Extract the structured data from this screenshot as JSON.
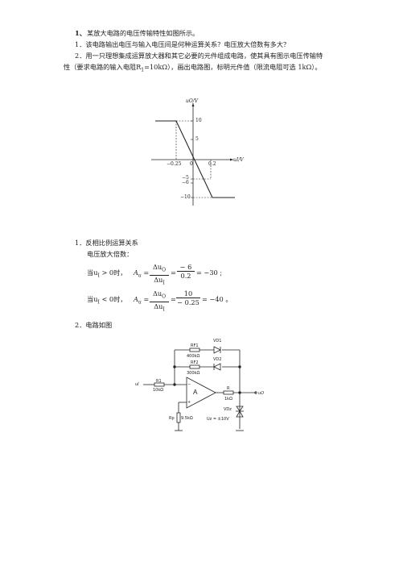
{
  "problem": {
    "number": "1、",
    "statement": "某放大电路的电压传输特性如图所示。",
    "q1": "1．该电路输出电压与输入电压间是何种运算关系？电压放大倍数有多大？",
    "q2_line1": "2．用一只理想集成运算放大器和其它必要的元件组成电路，使其具有图示电压传输特",
    "q2_line2": "性（要求电路的输入电阻R",
    "q2_sub": "1",
    "q2_tail": "=10kΩ），画出电路图，标明元件值（限流电阻可选 1kΩ）。"
  },
  "graph": {
    "y_axis_label": "uO/V",
    "x_axis_label": "uI/V",
    "y_ticks": [
      "10",
      "5",
      "−5",
      "−6",
      "−10"
    ],
    "x_ticks": [
      "−0.25",
      "0",
      "0.2"
    ]
  },
  "answer": {
    "a1_title": "1．反相比例运算关系",
    "a1_sub": "电压放大倍数：",
    "case1_cond": "当u",
    "case1_cond_sub": "I",
    "case1_cond_tail": " > 0时，",
    "case1_A": "A",
    "case1_A_sub": "u",
    "case1_num": "Δu",
    "case1_num_sub": "O",
    "case1_den": "Δu",
    "case1_den_sub": "I",
    "case1_eq": "=",
    "case1_num2": "− 6",
    "case1_den2": "0.2",
    "case1_result": "= −30 ;",
    "case2_cond": "当u",
    "case2_cond_sub": "I",
    "case2_cond_tail": " < 0时，",
    "case2_num2": "10",
    "case2_den2": "− 0.25",
    "case2_result": "= −40 。",
    "a2_title": "2．电路如图"
  },
  "circuit": {
    "rf1_label": "RF1",
    "rf1_value": "400kΩ",
    "rf2_label": "RF2",
    "rf2_value": "300kΩ",
    "vd1": "VD1",
    "vd2": "VD2",
    "r1_label": "R1",
    "r1_value": "10kΩ",
    "ui_label": "uI",
    "opamp": "A",
    "minus": "−",
    "plus": "+",
    "r_label": "R",
    "r_value": "1kΩ",
    "uo_label": "uO",
    "rp_label": "Rp",
    "rp_value": "9.5kΩ",
    "vdz": "VDz",
    "uz": "Uz = ±10V"
  }
}
